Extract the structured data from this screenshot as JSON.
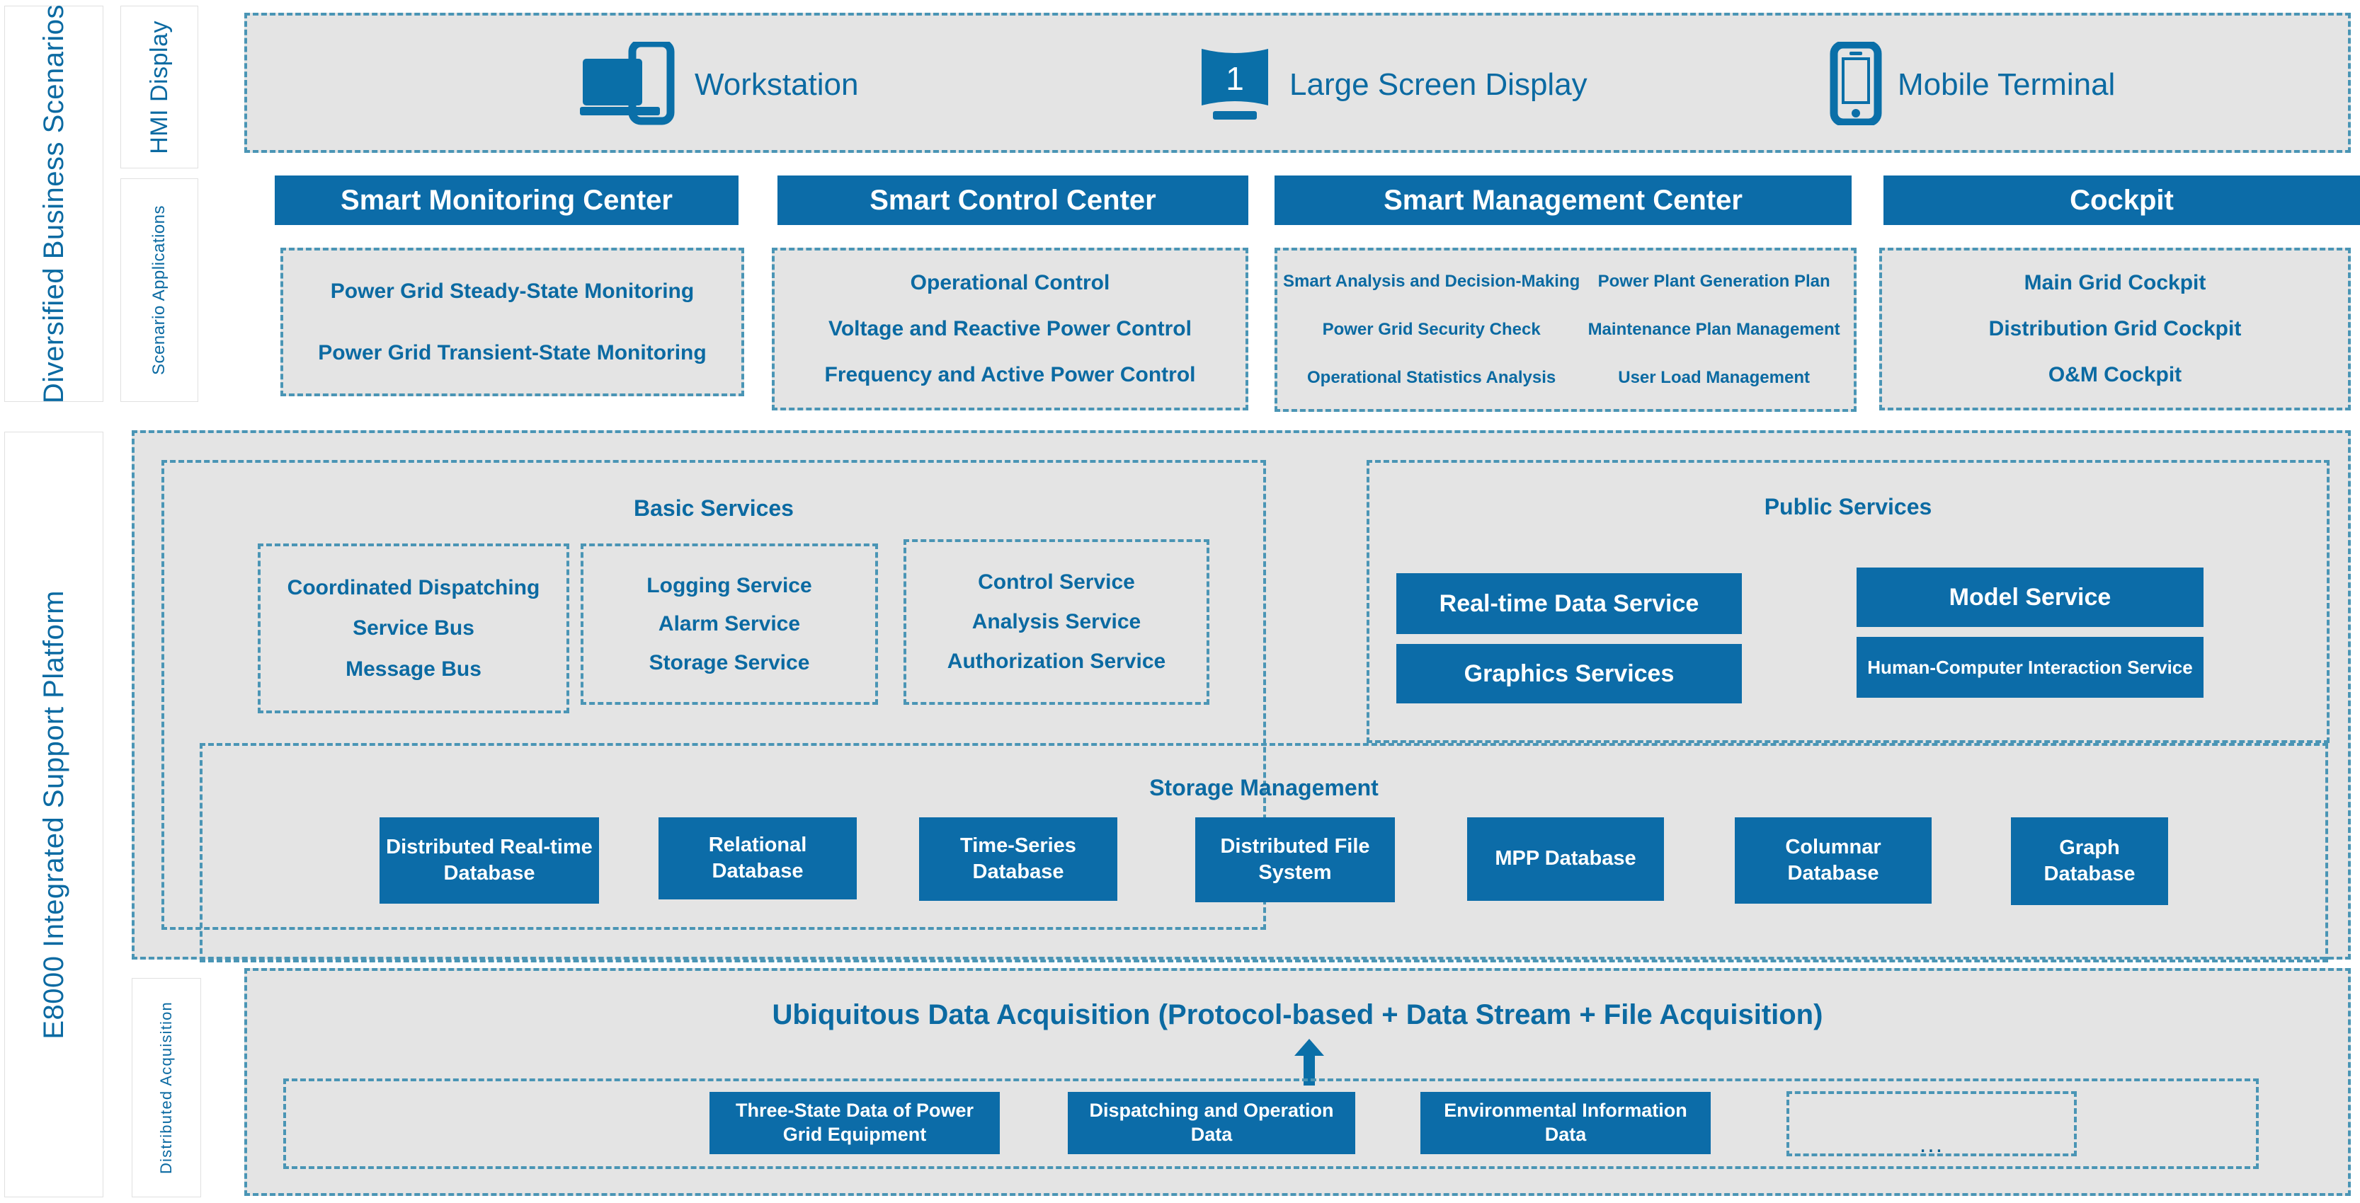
{
  "rails": {
    "business": "Diversified Business Scenarios",
    "platform": "E8000 Integrated Support Platform",
    "hmi": "HMI Display",
    "scenario": "Scenario Applications",
    "acquisition": "Distributed Acquisition"
  },
  "hmi_display": {
    "items": [
      {
        "icon": "workstation-icon",
        "label": "Workstation"
      },
      {
        "icon": "large-screen-display-icon",
        "label": "Large Screen Display",
        "screen_number": "1"
      },
      {
        "icon": "mobile-terminal-icon",
        "label": "Mobile Terminal"
      }
    ]
  },
  "scenario_applications": {
    "columns": [
      {
        "title": "Smart Monitoring Center",
        "items": [
          "Power Grid Steady-State Monitoring",
          "Power Grid Transient-State Monitoring"
        ]
      },
      {
        "title": "Smart Control Center",
        "items": [
          "Operational Control",
          "Voltage and Reactive Power Control",
          "Frequency and Active Power Control"
        ]
      },
      {
        "title": "Smart Management Center",
        "left_items": [
          "Smart Analysis and Decision-Making",
          "Power Grid Security Check",
          "Operational Statistics Analysis"
        ],
        "right_items": [
          "Power Plant Generation Plan",
          "Maintenance Plan Management",
          "User Load Management"
        ]
      },
      {
        "title": "Cockpit",
        "items": [
          "Main Grid Cockpit",
          "Distribution Grid Cockpit",
          "O&M Cockpit"
        ]
      }
    ]
  },
  "platform": {
    "basic_services": {
      "title": "Basic Services",
      "groups": [
        [
          "Coordinated Dispatching",
          "Service Bus",
          "Message Bus"
        ],
        [
          "Logging Service",
          "Alarm Service",
          "Storage Service"
        ],
        [
          "Control Service",
          "Analysis Service",
          "Authorization Service"
        ]
      ]
    },
    "public_services": {
      "title": "Public Services",
      "boxes": [
        "Real-time Data Service",
        "Model Service",
        "Graphics Services",
        "Human-Computer Interaction Service"
      ]
    },
    "storage_management": {
      "title": "Storage Management",
      "databases": [
        "Distributed Real-time Database",
        "Relational Database",
        "Time-Series Database",
        "Distributed File System",
        "MPP Database",
        "Columnar Database",
        "Graph Database"
      ]
    }
  },
  "acquisition": {
    "title": "Ubiquitous Data Acquisition (Protocol-based + Data Stream + File Acquisition)",
    "sources": [
      "Three-State Data of Power Grid Equipment",
      "Dispatching and Operation Data",
      "Environmental Information Data"
    ],
    "placeholder": "..."
  },
  "colors": {
    "accent_blue": "#0c6ca8",
    "text_blue": "#0b6aa2",
    "panel_grey": "#e4e4e4",
    "dash_blue": "#4a95b5"
  }
}
